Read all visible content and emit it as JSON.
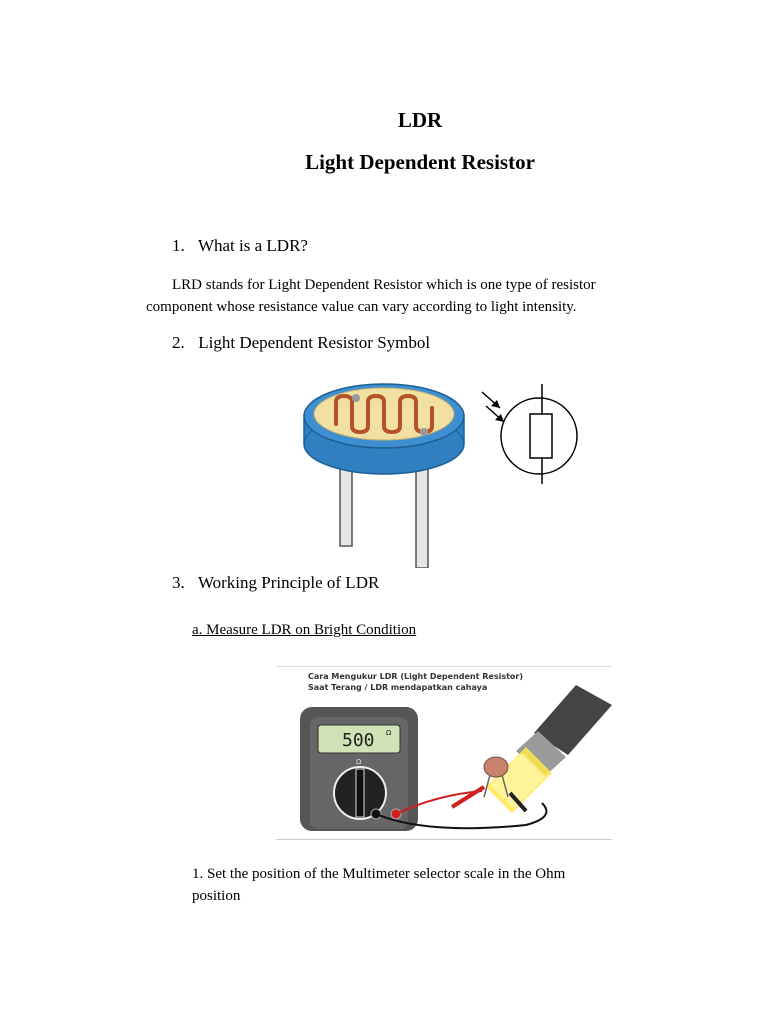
{
  "title": "LDR",
  "subtitle": "Light Dependent Resistor",
  "sections": [
    {
      "number": "1.",
      "heading": "What is a LDR?"
    },
    {
      "number": "2.",
      "heading": "Light Dependent Resistor Symbol"
    },
    {
      "number": "3.",
      "heading": "Working Principle of  LDR"
    }
  ],
  "intro_line1": "LRD stands for Light Dependent Resistor which is one type of resistor",
  "intro_line2": "component whose resistance value can vary according to light intensity.",
  "subsection_a": "a. Measure LDR on Bright Condition",
  "figure_caption_line1": "Cara Mengukur LDR (Light Dependent Resistor)",
  "figure_caption_line2": "Saat Terang / LDR mendapatkan cahaya",
  "meter_reading": "500",
  "meter_unit": "Ω",
  "step1_line1": "1. Set the position of the Multimeter selector   scale in the Ohm",
  "step1_line2": "position",
  "colors": {
    "ldr_body": "#2f7fc1",
    "ldr_face": "#f2dfa2",
    "ldr_track": "#b4532a",
    "meter_body": "#555555",
    "meter_screen": "#cfe3b7",
    "lamp_light": "#ffe74a",
    "probe_red": "#d11f1f"
  }
}
